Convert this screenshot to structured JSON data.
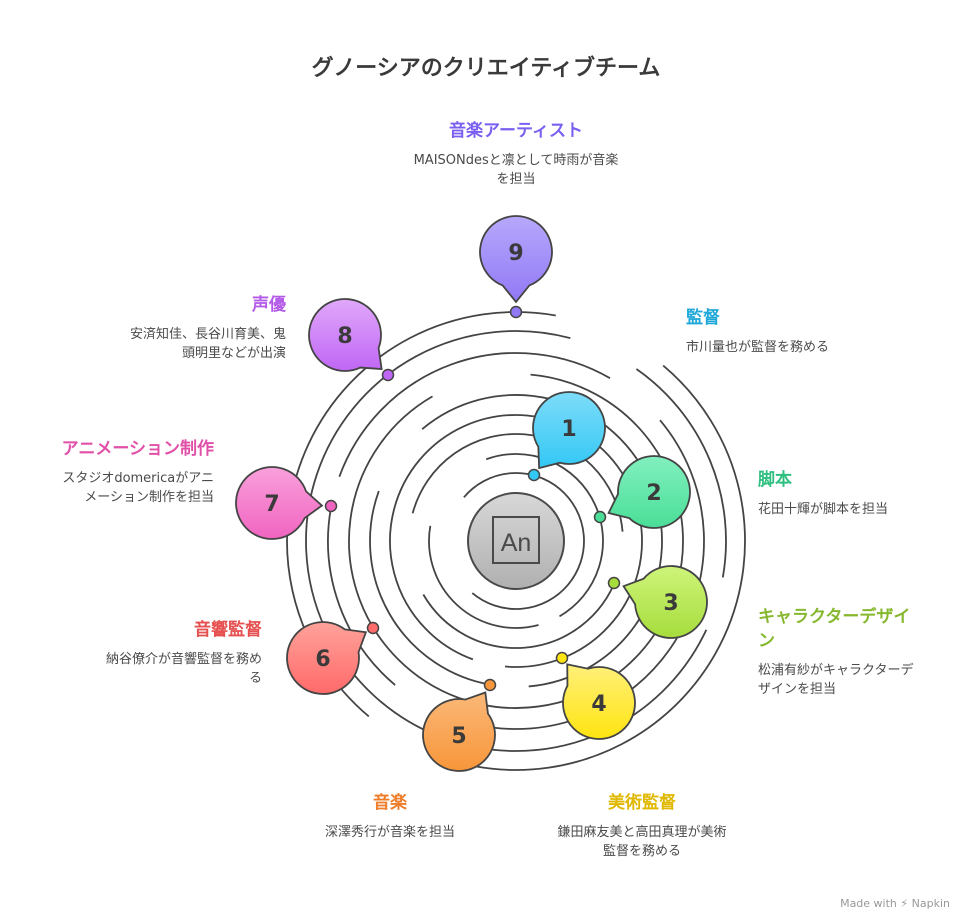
{
  "title": "グノーシアのクリエイティブチーム",
  "center_icon": {
    "name": "adobe-animate-icon",
    "text": "An"
  },
  "items": [
    {
      "number": "1",
      "title": "監督",
      "description": "市川量也が監督を務める",
      "color": "#33c8f5",
      "color_light": "#7ddcf9",
      "title_color": "#1fa8d8"
    },
    {
      "number": "2",
      "title": "脚本",
      "description": "花田十輝が脚本を担当",
      "color": "#4ade97",
      "color_light": "#82f0bf",
      "title_color": "#2fbf80"
    },
    {
      "number": "3",
      "title": "キャラクターデザイン",
      "description": "松浦有紗がキャラクターデザインを担当",
      "color": "#a6dd3c",
      "color_light": "#cef47a",
      "title_color": "#86b82f"
    },
    {
      "number": "4",
      "title": "美術監督",
      "description": "鎌田麻友美と高田真理が美術監督を務める",
      "color": "#ffe410",
      "color_light": "#fff07a",
      "title_color": "#e0b800"
    },
    {
      "number": "5",
      "title": "音楽",
      "description": "深澤秀行が音楽を担当",
      "color": "#f7963a",
      "color_light": "#fbb878",
      "title_color": "#ef7d2a"
    },
    {
      "number": "6",
      "title": "音響監督",
      "description": "納谷僚介が音響監督を務める",
      "color": "#ff6a6a",
      "color_light": "#ffa29a",
      "title_color": "#e65050"
    },
    {
      "number": "7",
      "title": "アニメーション制作",
      "description": "スタジオdomericaがアニメーション制作を担当",
      "color": "#f064c0",
      "color_light": "#f9a0dc",
      "title_color": "#e050a8"
    },
    {
      "number": "8",
      "title": "声優",
      "description": "安済知佳、長谷川育美、鬼頭明里などが出演",
      "color": "#c066f5",
      "color_light": "#e0a8fa",
      "title_color": "#b45ae8"
    },
    {
      "number": "9",
      "title": "音楽アーティスト",
      "description": "MAISONdesと凛として時雨が音楽を担当",
      "color": "#9179f5",
      "color_light": "#b7a8fb",
      "title_color": "#7b5ff0"
    }
  ],
  "footer": {
    "made_with": "Made with",
    "brand": "Napkin"
  }
}
